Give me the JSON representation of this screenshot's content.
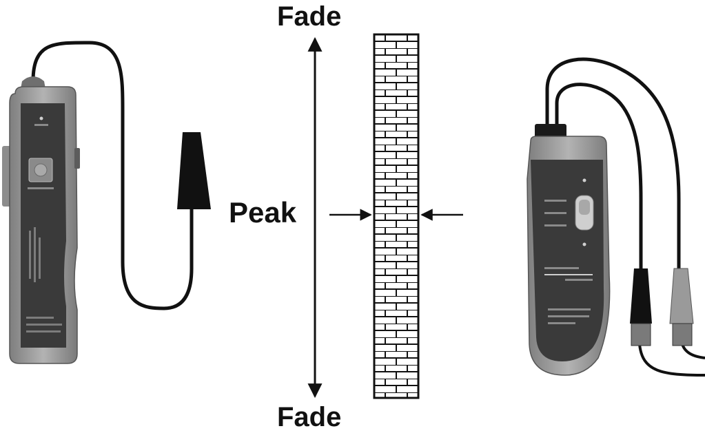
{
  "labels": {
    "fade_top": "Fade",
    "peak": "Peak",
    "fade_bottom": "Fade"
  },
  "devices": {
    "receiver_probe": {
      "icon": "receiver-probe-icon"
    },
    "transmitter": {
      "icon": "transmitter-icon"
    }
  },
  "wall": {
    "icon": "brick-wall-icon"
  },
  "colors": {
    "ink": "#111111",
    "device_body": "#9a9a9a",
    "device_panel": "#3a3a3a",
    "red_clip_shade": "#9a9a9a",
    "black_clip": "#111111"
  }
}
